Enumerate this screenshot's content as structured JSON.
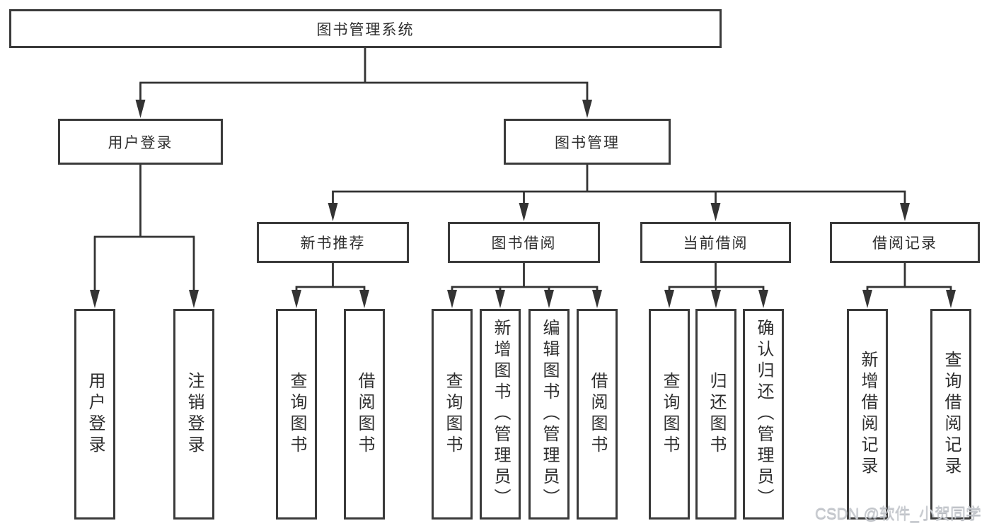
{
  "diagram": {
    "root": {
      "label": "图书管理系统"
    },
    "user_login": {
      "label": "用户登录",
      "children": [
        {
          "label": "用户登录"
        },
        {
          "label": "注销登录"
        }
      ]
    },
    "book_management": {
      "label": "图书管理",
      "children": [
        {
          "label": "新书推荐",
          "children": [
            {
              "label": "查询图书"
            },
            {
              "label": "借阅图书"
            }
          ]
        },
        {
          "label": "图书借阅",
          "children": [
            {
              "label": "查询图书"
            },
            {
              "label": "新增图书（管理员）"
            },
            {
              "label": "编辑图书（管理员）"
            },
            {
              "label": "借阅图书"
            }
          ]
        },
        {
          "label": "当前借阅",
          "children": [
            {
              "label": "查询图书"
            },
            {
              "label": "归还图书"
            },
            {
              "label": "确认归还（管理员）"
            }
          ]
        },
        {
          "label": "借阅记录",
          "children": [
            {
              "label": "新增借阅记录"
            },
            {
              "label": "查询借阅记录"
            }
          ]
        }
      ]
    }
  },
  "watermark": {
    "text": "CSDN @软件_小贺同学"
  },
  "colors": {
    "line": "#333333",
    "border": "#3a3a3a",
    "text": "#2e2e2e",
    "background": "#ffffff",
    "watermark": "#c9ccd1"
  }
}
